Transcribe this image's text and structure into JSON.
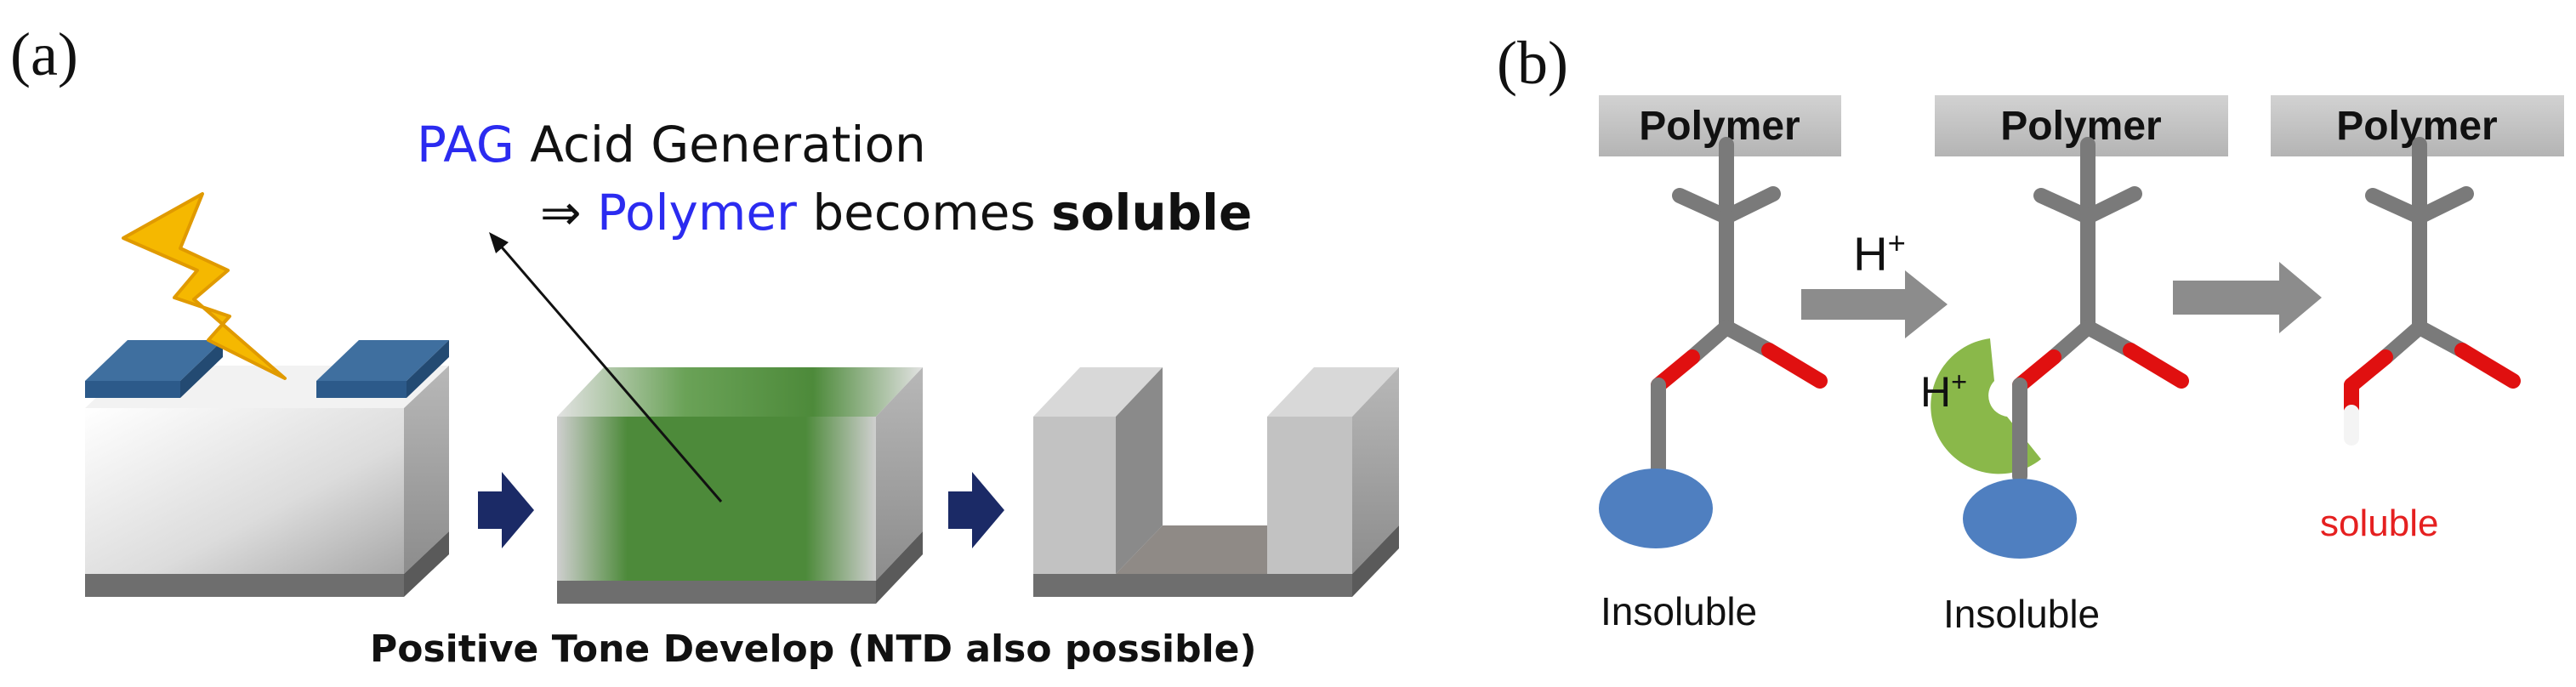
{
  "panel_a": {
    "label": "(a)",
    "annotation_line1": {
      "pag": "PAG",
      "rest": " Acid Generation"
    },
    "annotation_line2": {
      "arrow": "⇒ ",
      "polymer": "Polymer",
      "middle": " becomes ",
      "soluble": "soluble"
    },
    "caption": "Positive Tone Develop (NTD also possible)"
  },
  "panel_b": {
    "label": "(b)",
    "polymer_labels": [
      "Polymer",
      "Polymer",
      "Polymer"
    ],
    "catalyst_label": "H+",
    "bound_proton_label": "H+",
    "state_labels": [
      "Insoluble",
      "Insoluble"
    ],
    "soluble_label": "soluble"
  },
  "colors": {
    "blue_text": "#2b2bf0",
    "mask": "#2c5a8a",
    "exposed_region": "#4d8a3a",
    "arrow_navy": "#1b2a66",
    "lightning": "#f5b800",
    "blob_blue": "#4f7fc0",
    "proton_green": "#8ab84a",
    "oxygen_red": "#e01010",
    "bond_gray": "#8a8a8a",
    "soluble_red": "#e52020"
  }
}
